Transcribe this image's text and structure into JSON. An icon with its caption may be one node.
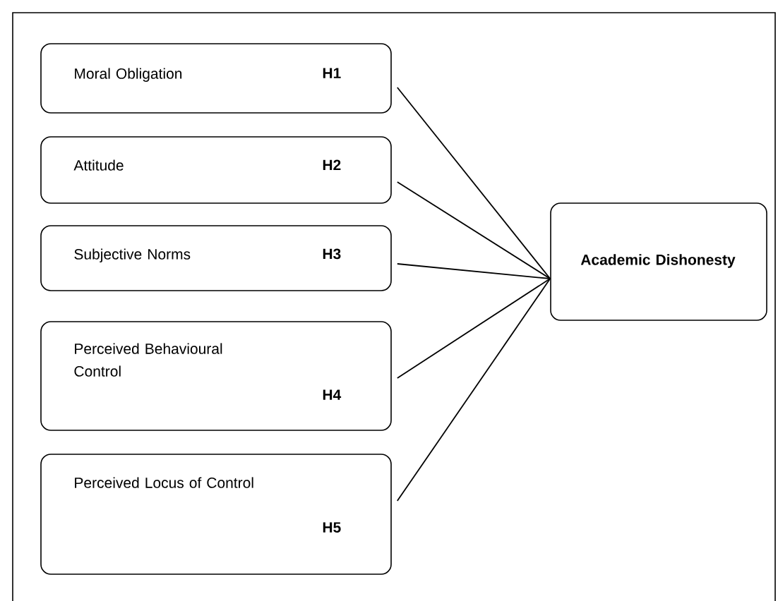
{
  "diagram": {
    "nodes": [
      {
        "text": [
          "Moral Obligation",
          "H1"
        ]
      },
      {
        "text": [
          "Attitude",
          "H2"
        ]
      },
      {
        "text": [
          "Subjective Norms",
          "H3"
        ]
      },
      {
        "text": [
          "Perceived Behavioural Control",
          "H4"
        ]
      },
      {
        "text": [
          "Perceived Locus of Control",
          "H5"
        ]
      },
      {
        "text": [
          "Academic Dishonesty"
        ]
      }
    ],
    "edges": [
      {
        "from": 0,
        "to": 5,
        "arrow": "none"
      },
      {
        "from": 1,
        "to": 5,
        "arrow": "none"
      },
      {
        "from": 2,
        "to": 5,
        "arrow": "none"
      },
      {
        "from": 3,
        "to": 5,
        "arrow": "none"
      },
      {
        "from": 4,
        "to": 5,
        "arrow": "none"
      }
    ]
  }
}
